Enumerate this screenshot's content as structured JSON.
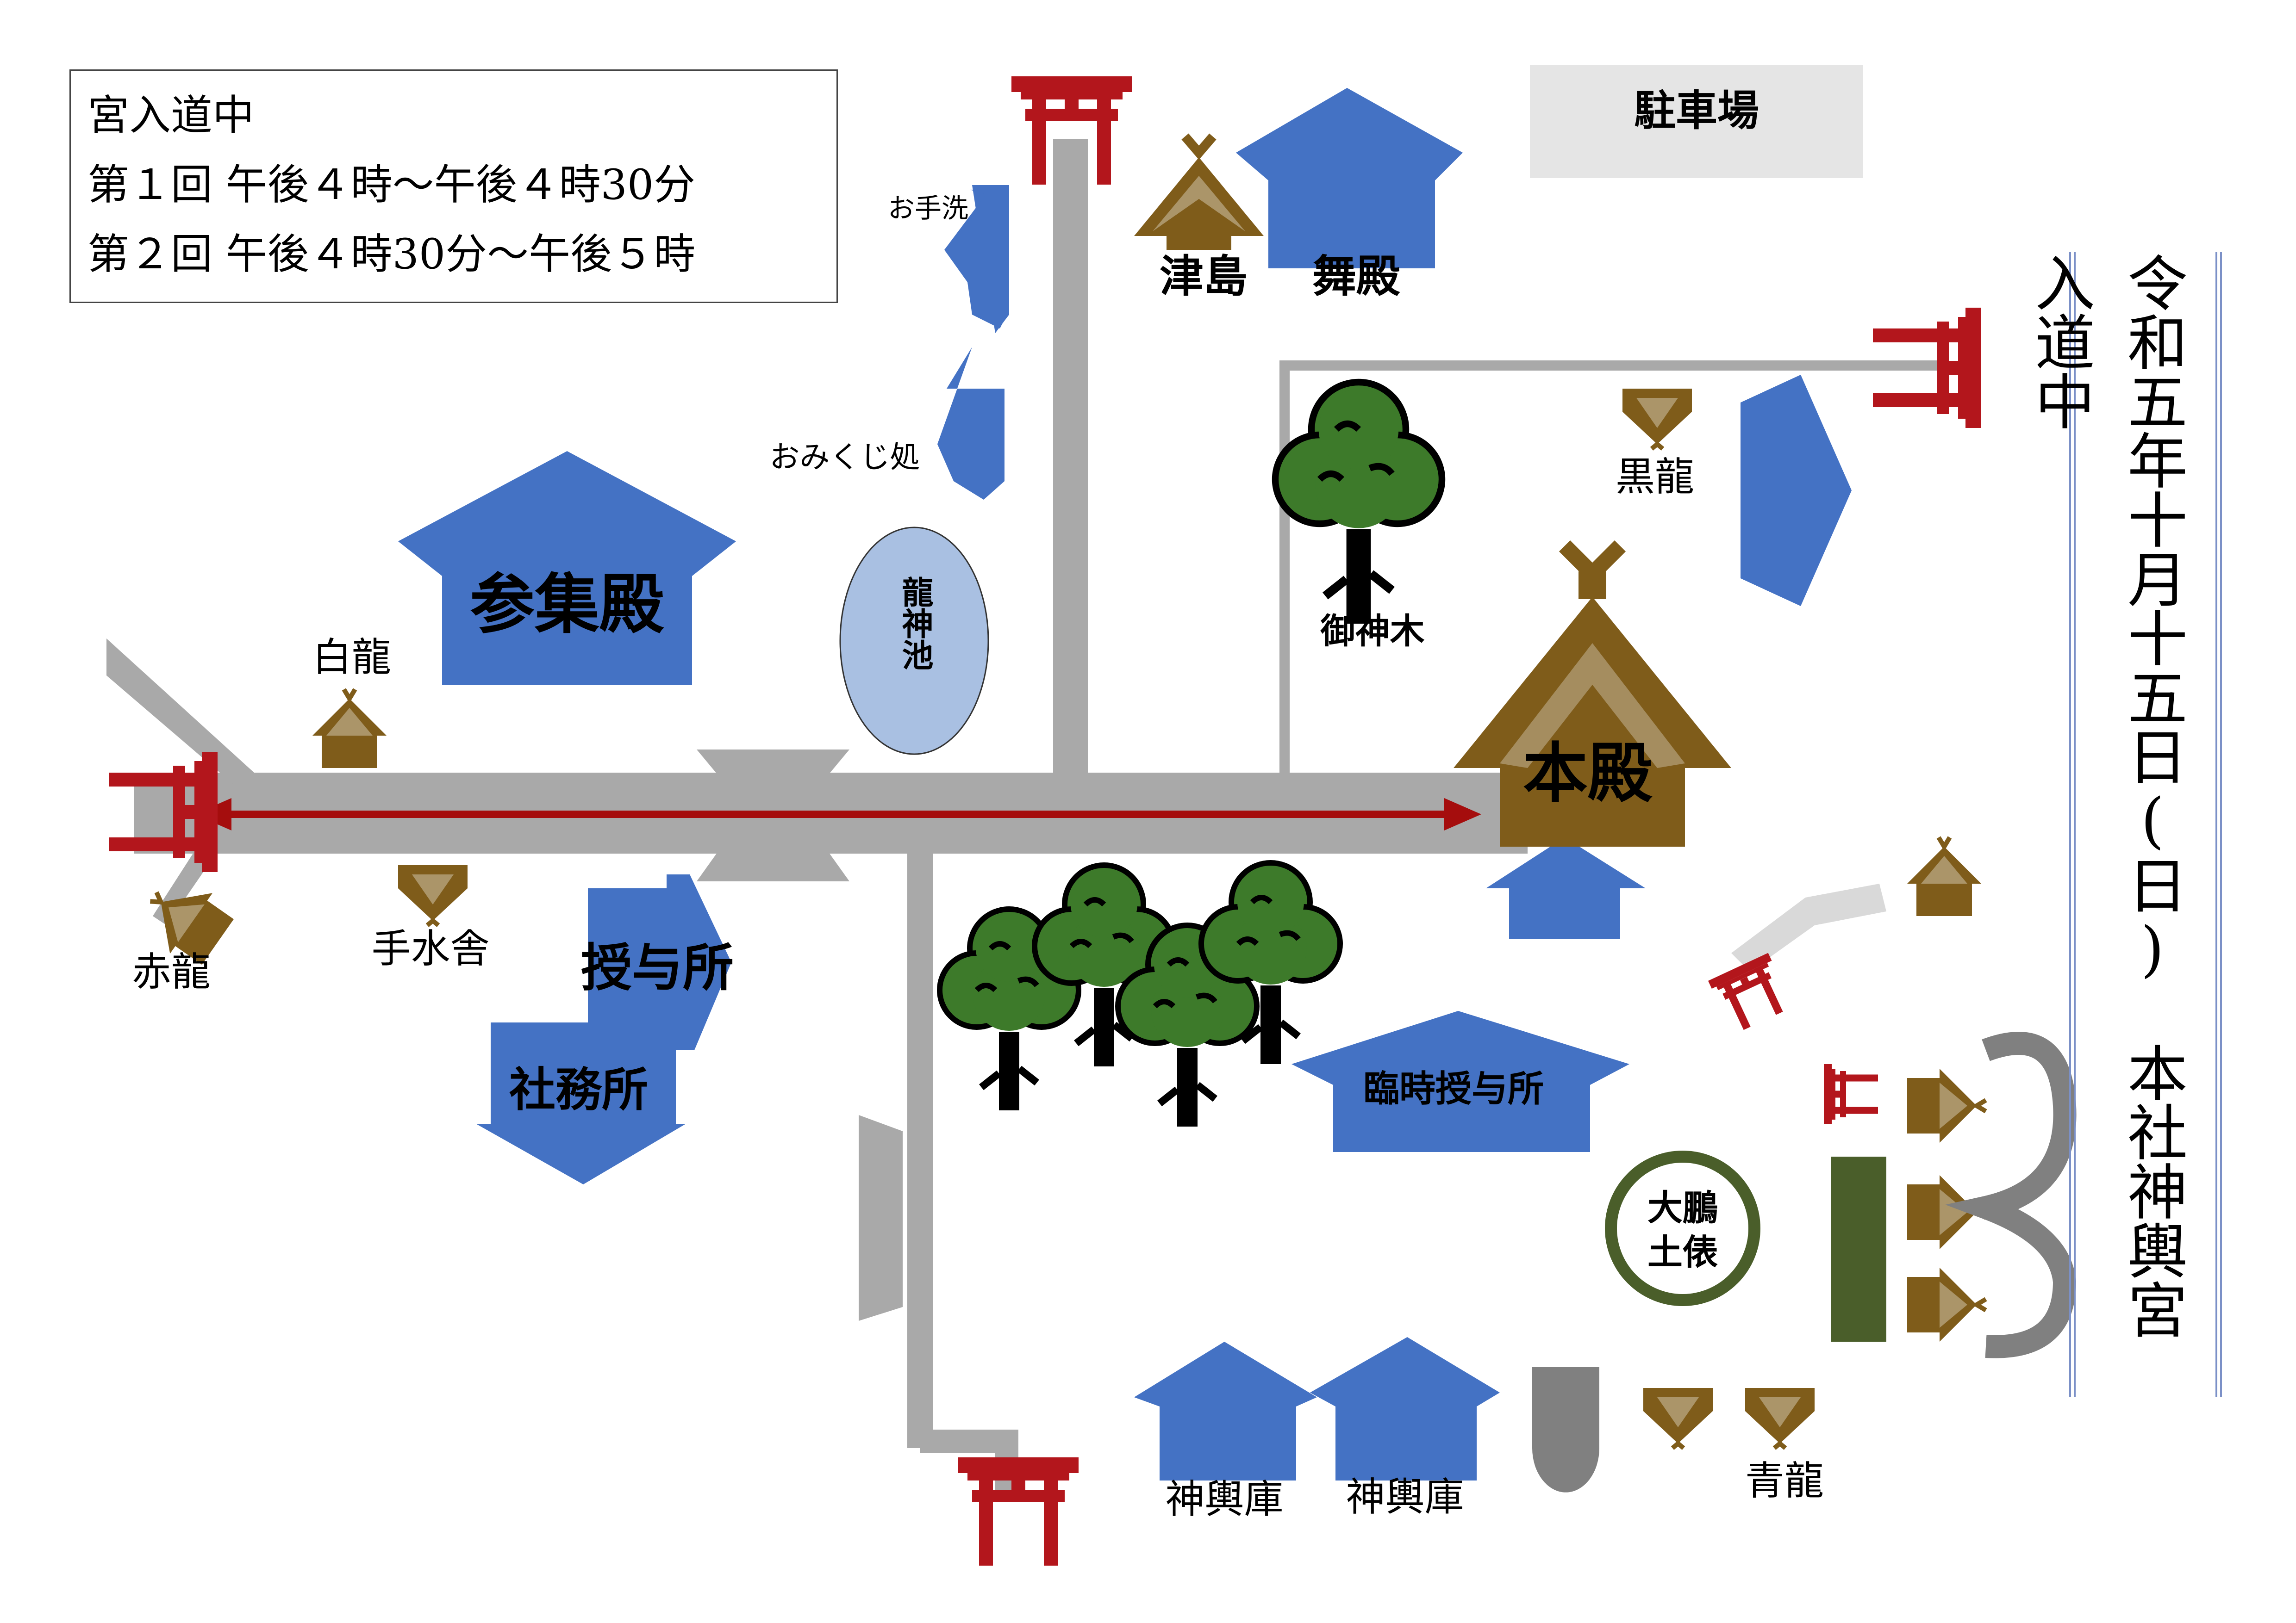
{
  "schedule": {
    "heading": "宮入道中",
    "round1": "第１回 午後４時～午後４時30分",
    "round2": "第２回 午後４時30分～午後５時"
  },
  "title": {
    "date": "令和五年十月十五日(日)",
    "event": "本社神輿宮入道中"
  },
  "labels": {
    "parking": "駐車場",
    "temizu_small": "お手洗",
    "tsushima": "津島",
    "maiden": "舞殿",
    "omikuji": "おみくじ処",
    "sanshuden": "参集殿",
    "ryujin_pond": "龍神池",
    "goshinboku": "御神木",
    "kokuryu": "黒龍",
    "honden": "本殿",
    "hakuryu": "白龍",
    "sekiryu": "赤龍",
    "temizusha": "手水舎",
    "juyosho": "授与所",
    "shamusho": "社務所",
    "rinji_juyosho": "臨時授与所",
    "taiho_dohyo": "大鵬土俵",
    "mikoshi_ko_1": "神輿庫",
    "mikoshi_ko_2": "神輿庫",
    "seiryu": "青龍"
  },
  "colors": {
    "building_blue": "#4472c4",
    "shrine_brown": "#7f5c1a",
    "torii_red": "#b3161c",
    "path_gray": "#a9a9a9",
    "route_red": "#a50d0d",
    "tree_green": "#3d7a2a",
    "pond_blue": "#a9c0e2",
    "parking_gray": "#e5e5e5",
    "dark_green": "#4a5e2a"
  },
  "icons": [
    "torii-icon",
    "tree-icon",
    "shrine-roof-icon"
  ]
}
